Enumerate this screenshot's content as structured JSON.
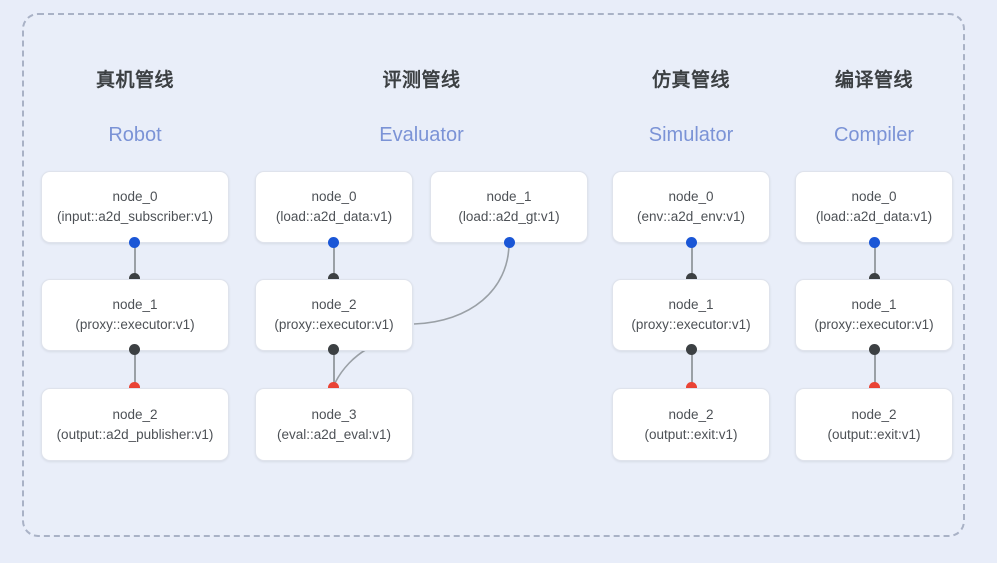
{
  "diagram": {
    "title_region_note": "pipeline column headers",
    "columns": [
      {
        "id": "robot",
        "title_cn": "真机管线",
        "title_en": "Robot",
        "nodes": [
          {
            "name": "node_0",
            "type": "(input::a2d_subscriber:v1)"
          },
          {
            "name": "node_1",
            "type": "(proxy::executor:v1)"
          },
          {
            "name": "node_2",
            "type": "(output::a2d_publisher:v1)"
          }
        ]
      },
      {
        "id": "evaluator",
        "title_cn": "评测管线",
        "title_en": "Evaluator",
        "nodes": [
          {
            "name": "node_0",
            "type": "(load::a2d_data:v1)"
          },
          {
            "name": "node_1",
            "type": "(load::a2d_gt:v1)"
          },
          {
            "name": "node_2",
            "type": "(proxy::executor:v1)"
          },
          {
            "name": "node_3",
            "type": "(eval::a2d_eval:v1)"
          }
        ]
      },
      {
        "id": "simulator",
        "title_cn": "仿真管线",
        "title_en": "Simulator",
        "nodes": [
          {
            "name": "node_0",
            "type": "(env::a2d_env:v1)"
          },
          {
            "name": "node_1",
            "type": "(proxy::executor:v1)"
          },
          {
            "name": "node_2",
            "type": "(output::exit:v1)"
          }
        ]
      },
      {
        "id": "compiler",
        "title_cn": "编译管线",
        "title_en": "Compiler",
        "nodes": [
          {
            "name": "node_0",
            "type": "(load::a2d_data:v1)"
          },
          {
            "name": "node_1",
            "type": "(proxy::executor:v1)"
          },
          {
            "name": "node_2",
            "type": "(output::exit:v1)"
          }
        ]
      }
    ],
    "colors": {
      "canvas_background": "#e8edf9",
      "frame_border": "#a9b2c6",
      "node_background": "#ffffff",
      "node_border": "#dfe3ec",
      "title_cn": "#3c4043",
      "title_en": "#7b93d6",
      "node_text": "#4d5156",
      "port_input": "#1a56d6",
      "port_proxy": "#3c4043",
      "port_output": "#ea4335",
      "edge": "#9aa0a6"
    }
  }
}
